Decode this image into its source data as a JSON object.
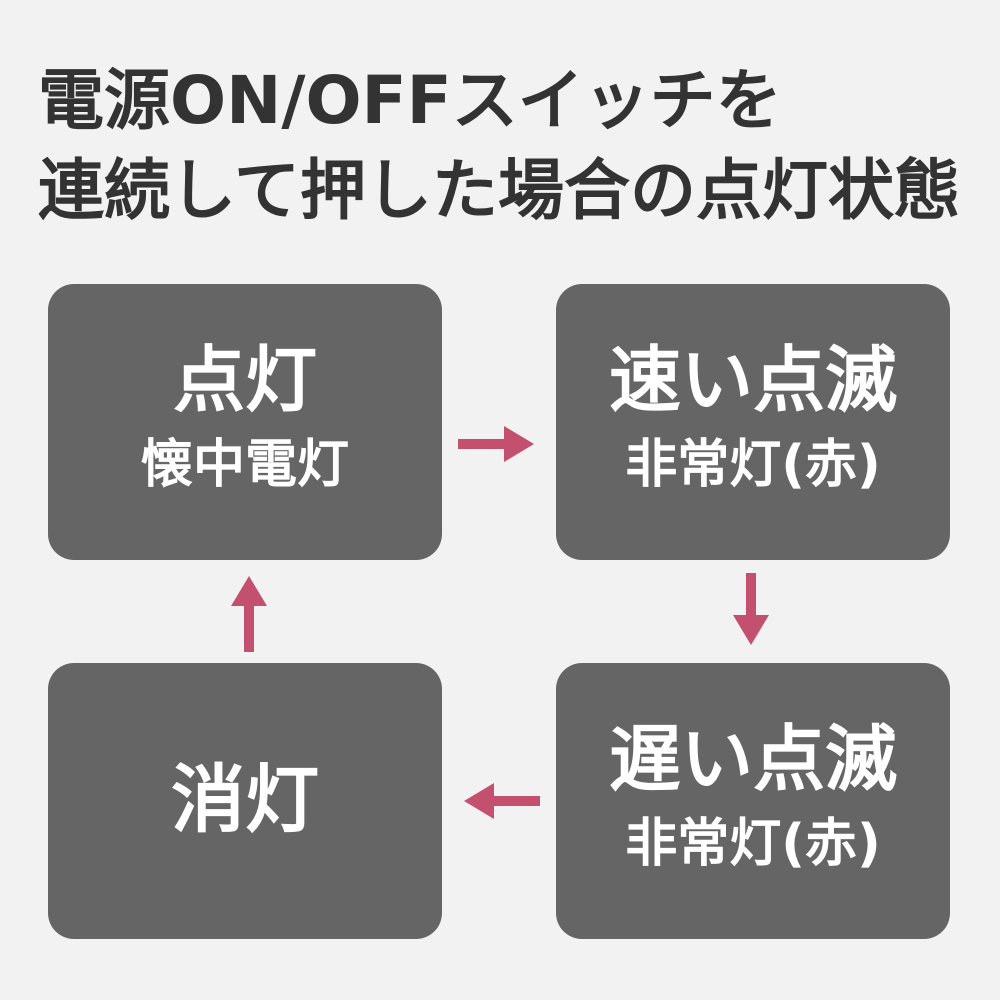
{
  "title": {
    "line1": "電源ON/OFFスイッチを",
    "line2": "連続して押した場合の点灯状態"
  },
  "states": [
    {
      "main": "点灯",
      "sub": "懐中電灯"
    },
    {
      "main": "速い点滅",
      "sub": "非常灯(赤)"
    },
    {
      "main": "遅い点滅",
      "sub": "非常灯(赤)"
    },
    {
      "main": "消灯",
      "sub": ""
    }
  ],
  "colors": {
    "background": "#f3f2f2",
    "box": "#666565",
    "text_on_box": "#ffffff",
    "title_text": "#333333",
    "arrow": "#c4506f"
  },
  "arrows": [
    {
      "from": "点灯",
      "to": "速い点滅",
      "direction": "right"
    },
    {
      "from": "速い点滅",
      "to": "遅い点滅",
      "direction": "down"
    },
    {
      "from": "遅い点滅",
      "to": "消灯",
      "direction": "left"
    },
    {
      "from": "消灯",
      "to": "点灯",
      "direction": "up"
    }
  ]
}
